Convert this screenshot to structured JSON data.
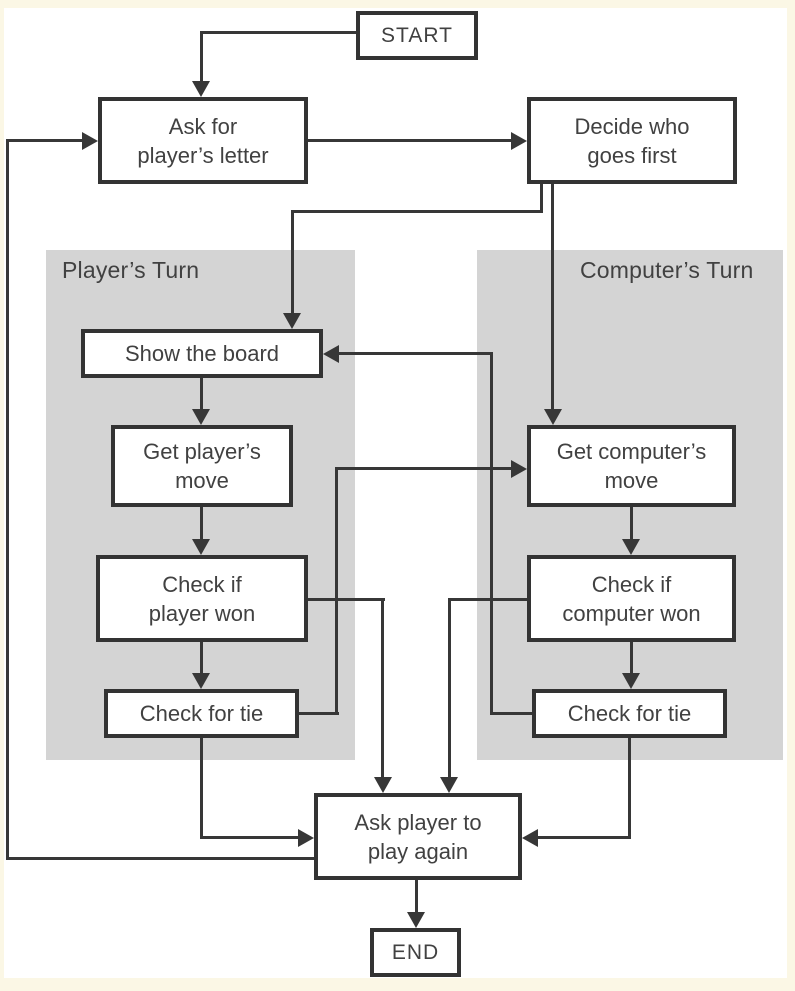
{
  "diagram_type": "flowchart",
  "colors": {
    "page_background": "#fbf7e5",
    "canvas_background": "#ffffff",
    "panel_gray": "#d4d4d4",
    "line_and_border": "#373737",
    "text": "#414141"
  },
  "regions": {
    "player_turn": {
      "label": "Player’s Turn",
      "nodes": [
        "show_board",
        "get_player_move",
        "check_player_won",
        "check_tie_player"
      ]
    },
    "computer_turn": {
      "label": "Computer’s Turn",
      "nodes": [
        "get_computer_move",
        "check_computer_won",
        "check_tie_computer"
      ]
    }
  },
  "nodes": {
    "start": {
      "label": "START"
    },
    "ask_letter": {
      "label": "Ask for\nplayer’s letter"
    },
    "decide_first": {
      "label": "Decide who\ngoes first"
    },
    "show_board": {
      "label": "Show the board"
    },
    "get_player_move": {
      "label": "Get player’s\nmove"
    },
    "check_player_won": {
      "label": "Check if\nplayer won"
    },
    "check_tie_player": {
      "label": "Check for tie"
    },
    "get_computer_move": {
      "label": "Get computer’s\nmove"
    },
    "check_computer_won": {
      "label": "Check if\ncomputer won"
    },
    "check_tie_computer": {
      "label": "Check for tie"
    },
    "play_again": {
      "label": "Ask player to\nplay again"
    },
    "end": {
      "label": "END"
    }
  },
  "edges": [
    {
      "from": "start",
      "to": "ask_letter"
    },
    {
      "from": "ask_letter",
      "to": "decide_first"
    },
    {
      "from": "decide_first",
      "to": "show_board"
    },
    {
      "from": "decide_first",
      "to": "get_computer_move"
    },
    {
      "from": "show_board",
      "to": "get_player_move"
    },
    {
      "from": "get_player_move",
      "to": "check_player_won"
    },
    {
      "from": "check_player_won",
      "to": "check_tie_player"
    },
    {
      "from": "check_player_won",
      "to": "play_again"
    },
    {
      "from": "check_tie_player",
      "to": "get_computer_move"
    },
    {
      "from": "check_tie_player",
      "to": "play_again"
    },
    {
      "from": "get_computer_move",
      "to": "check_computer_won"
    },
    {
      "from": "check_computer_won",
      "to": "check_tie_computer"
    },
    {
      "from": "check_computer_won",
      "to": "play_again"
    },
    {
      "from": "check_tie_computer",
      "to": "show_board"
    },
    {
      "from": "check_tie_computer",
      "to": "play_again"
    },
    {
      "from": "play_again",
      "to": "ask_letter"
    },
    {
      "from": "play_again",
      "to": "end"
    }
  ]
}
